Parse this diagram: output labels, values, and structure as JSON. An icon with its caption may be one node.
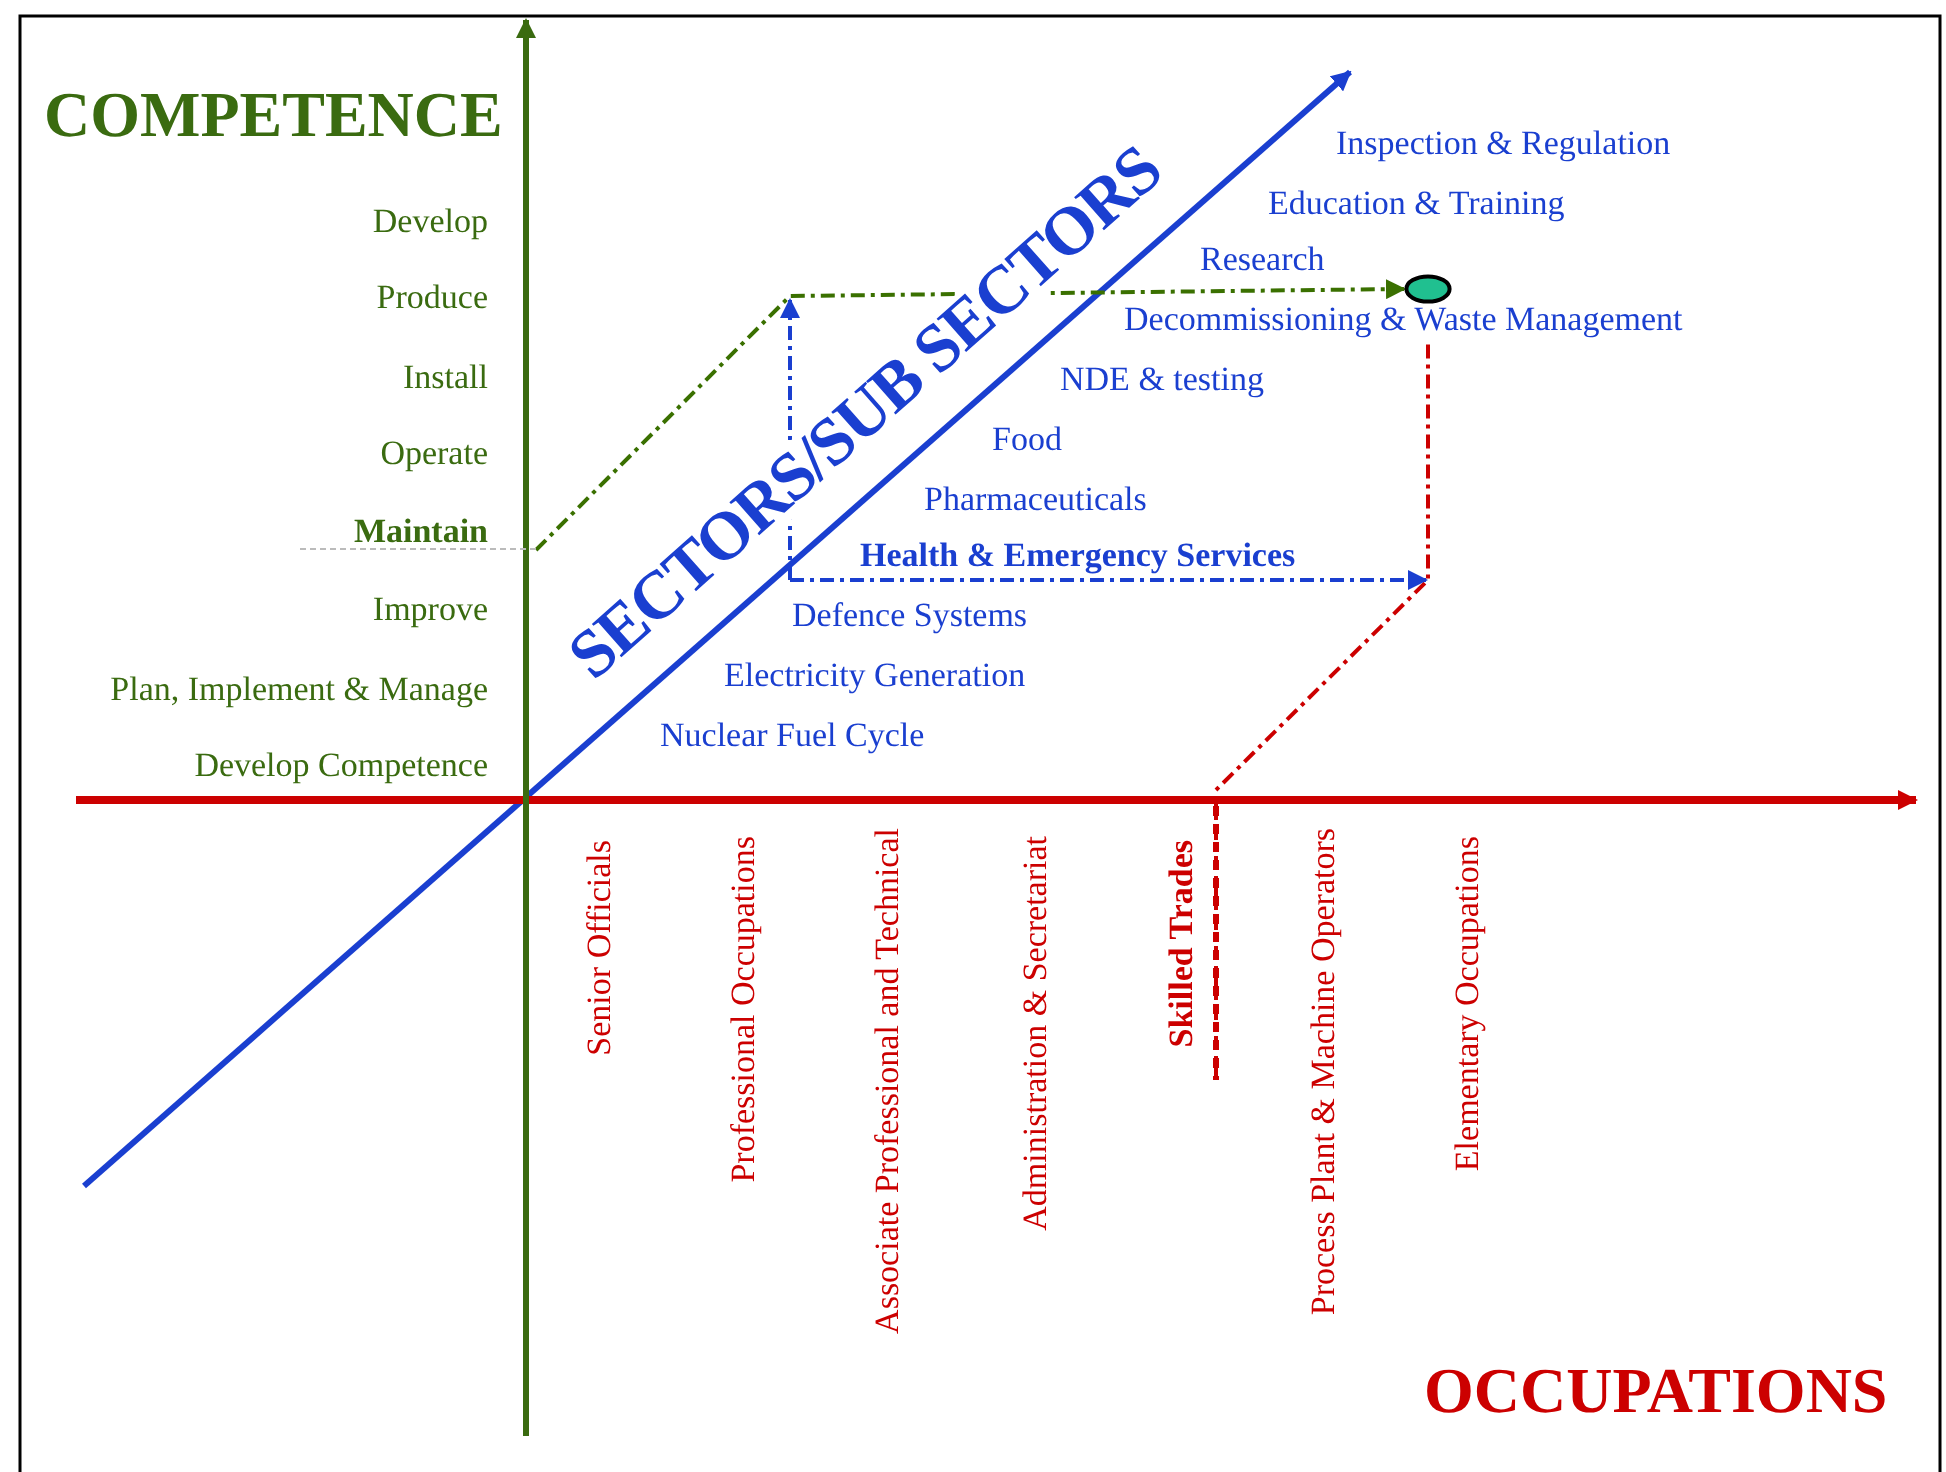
{
  "diagram": {
    "nodes": [
      {
        "text": [
          "Maintain"
        ]
      },
      {
        "text": [
          "Health & Emergency Services"
        ]
      },
      {
        "text": [
          "Skilled Trades"
        ]
      },
      {
        "text": [],
        "shape": "ellipse"
      }
    ],
    "edges": [
      {
        "from": 0,
        "to": 3,
        "arrow": "to",
        "style": "dashed",
        "color": "#3a7000"
      },
      {
        "from": 2,
        "to": 3,
        "arrow": "to",
        "style": "dashed",
        "color": "#cc0000"
      },
      {
        "from": 1,
        "to": null,
        "arrow": "to",
        "style": "dashed",
        "color": "#1a3fd0"
      }
    ],
    "labels": [
      "COMPETENCE",
      "Develop",
      "Produce",
      "Install",
      "Operate",
      "Improve",
      "Plan, Implement & Manage",
      "Develop Competence",
      "Inspection & Regulation",
      "Education & Training",
      "Research",
      "Decommissioning & Waste Management",
      "NDE & testing",
      "Food",
      "Pharmaceuticals",
      "Defence Systems",
      "Electricity Generation",
      "Nuclear Fuel Cycle",
      "SECTORS/SUB SECTORS",
      "Senior Officials",
      "Professional Occupations",
      "Associate Professional and Technical",
      "Administration & Secretariat",
      "Process Plant & Machine Operators",
      "Elementary Occupations",
      "OCCUPATIONS"
    ]
  }
}
